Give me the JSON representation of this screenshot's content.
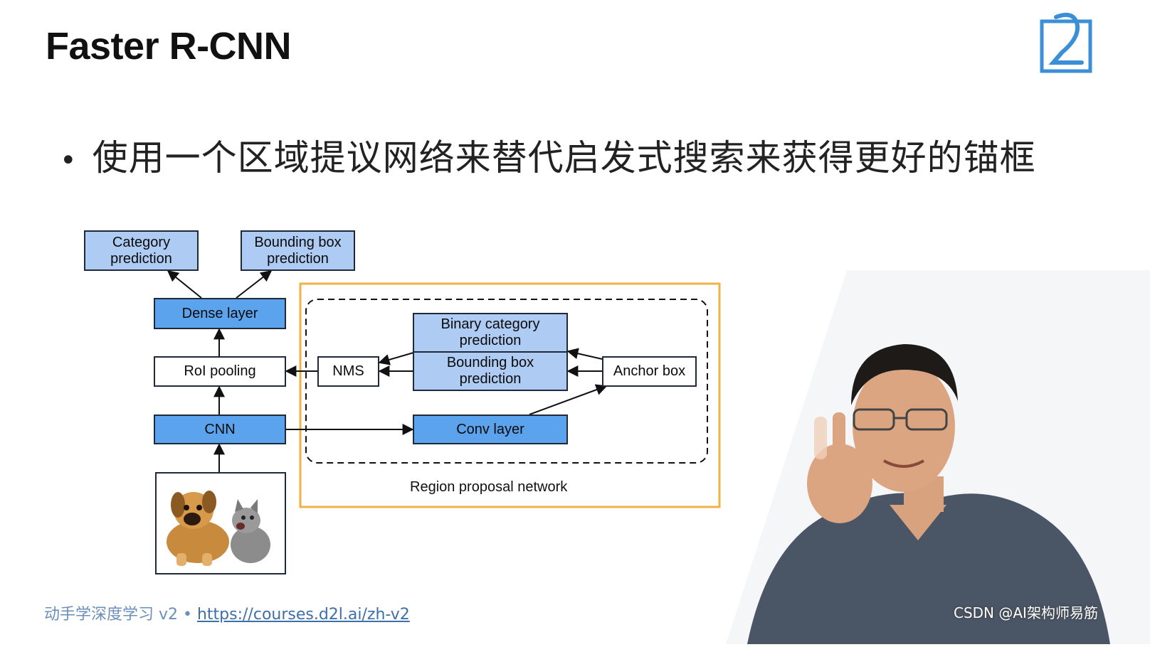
{
  "slide": {
    "title": "Faster R-CNN",
    "bullet": "使用一个区域提议网络来替代启发式搜索来获得更好的锚框"
  },
  "diagram": {
    "category_prediction": "Category\nprediction",
    "bbox_prediction_top": "Bounding box\nprediction",
    "dense_layer": "Dense layer",
    "roi_pooling": "RoI pooling",
    "cnn": "CNN",
    "nms": "NMS",
    "binary_category_prediction": "Binary category\nprediction",
    "bbox_prediction_rpn": "Bounding box\nprediction",
    "anchor_box": "Anchor box",
    "conv_layer": "Conv layer",
    "rpn_label": "Region proposal network"
  },
  "footer": {
    "course": "动手学深度学习 v2 •",
    "link": "https://courses.d2l.ai/zh-v2"
  },
  "watermark": {
    "csdn": "CSDN @AI架构师易筋"
  },
  "colors": {
    "light_box": "#aecbf3",
    "dark_box": "#5ba3ec",
    "rpn_border": "#f0b245"
  }
}
